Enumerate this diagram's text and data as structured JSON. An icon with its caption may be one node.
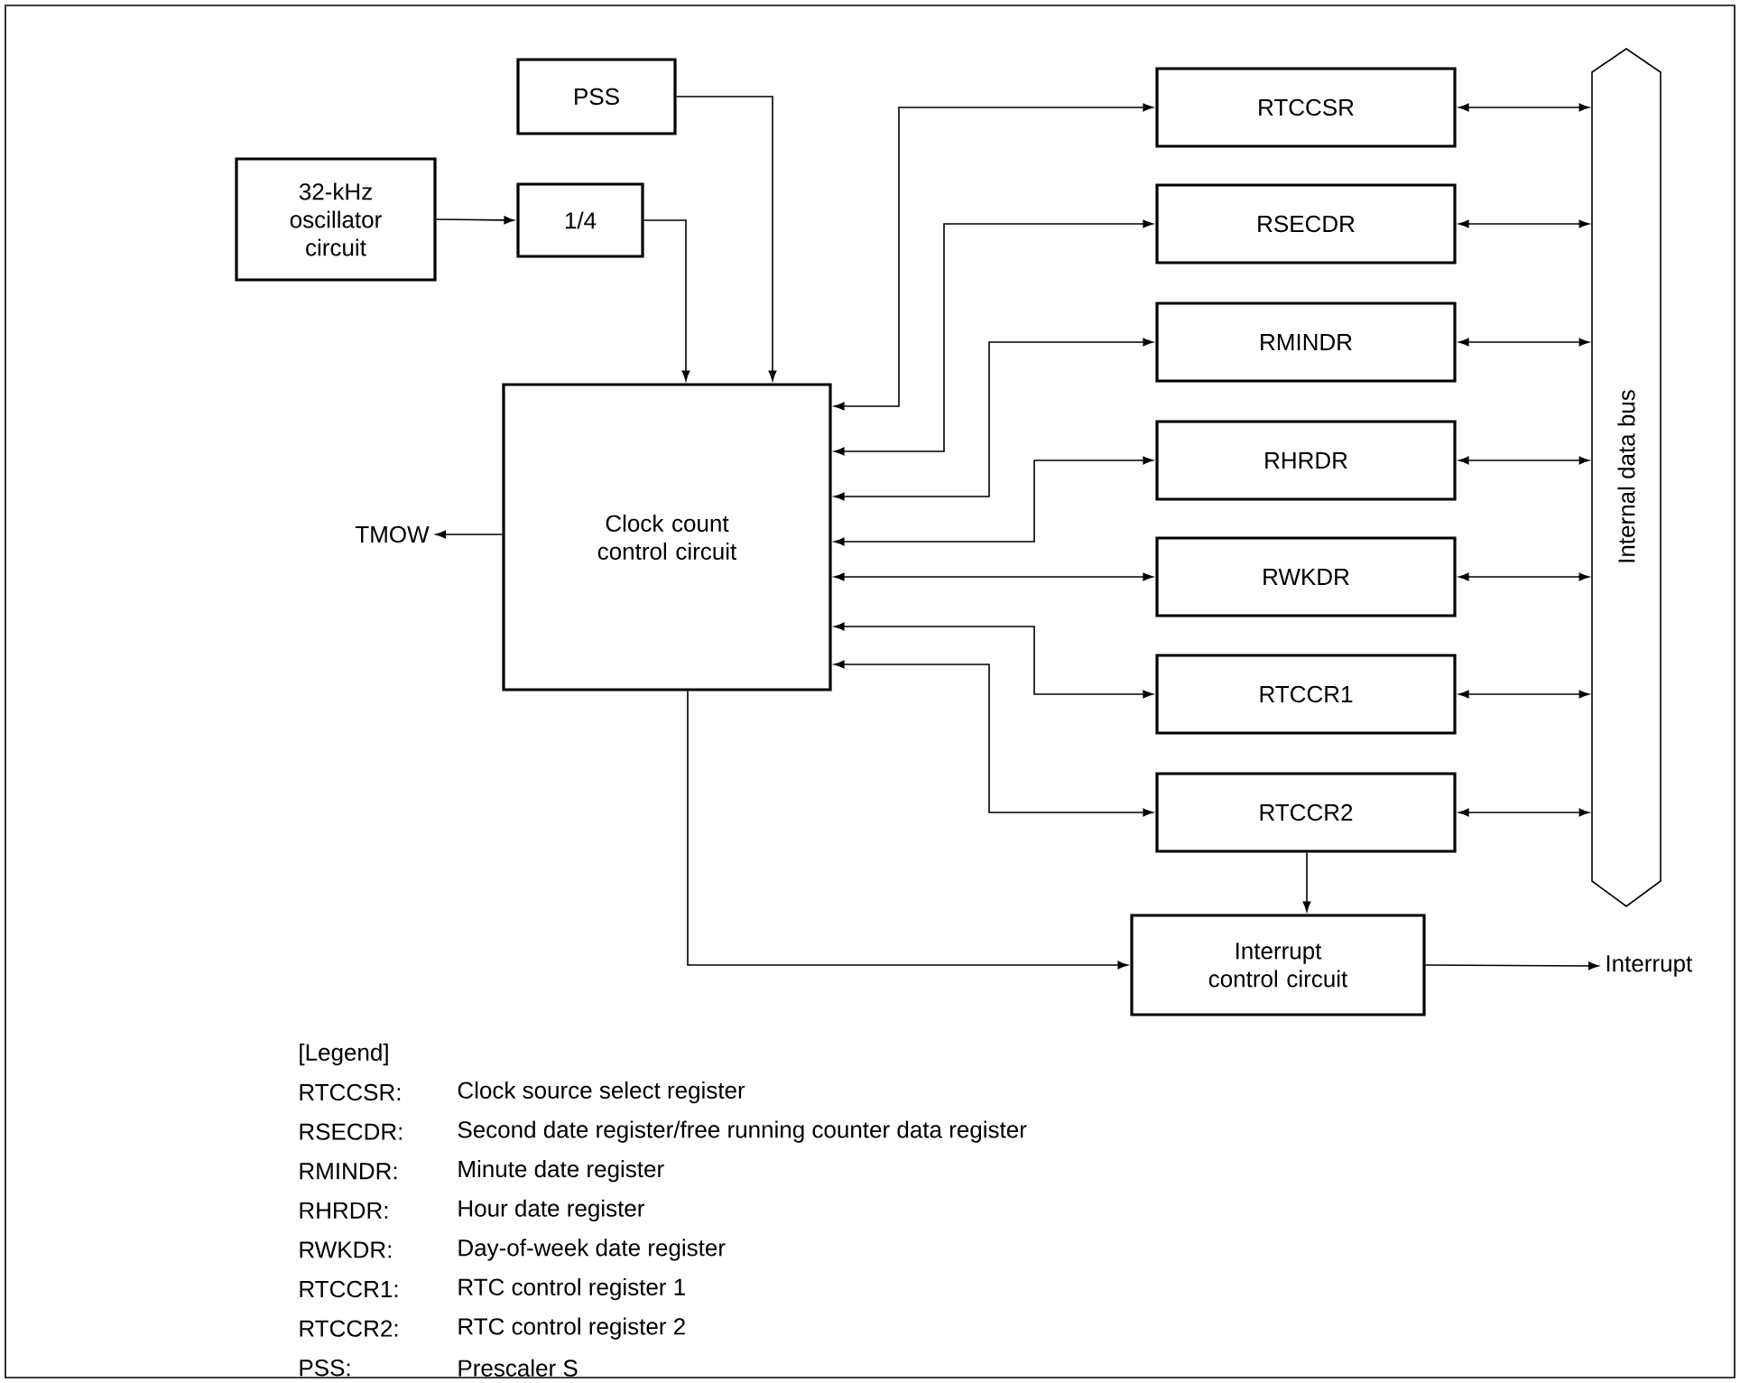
{
  "diagram": {
    "nodes": [
      {
        "text": [
          "PSS"
        ]
      },
      {
        "text": [
          "32-kHz oscillator circuit"
        ]
      },
      {
        "text": [
          "1/4"
        ]
      },
      {
        "text": [
          "Clock count control circuit"
        ]
      },
      {
        "text": [
          "RTCCSR"
        ]
      },
      {
        "text": [
          "RSECDR"
        ]
      },
      {
        "text": [
          "RMINDR"
        ]
      },
      {
        "text": [
          "RHRDR"
        ]
      },
      {
        "text": [
          "RWKDR"
        ]
      },
      {
        "text": [
          "RTCCR1"
        ]
      },
      {
        "text": [
          "RTCCR2"
        ]
      },
      {
        "text": [
          "Internal data bus"
        ]
      },
      {
        "text": [
          "Interrupt control circuit"
        ]
      },
      {
        "text": [
          "TMOW"
        ]
      },
      {
        "text": [
          "Interrupt"
        ]
      }
    ],
    "edges": [
      {
        "from": 0,
        "to": 3,
        "arrow": "to"
      },
      {
        "from": 1,
        "to": 2,
        "arrow": "to"
      },
      {
        "from": 2,
        "to": 3,
        "arrow": "to"
      },
      {
        "from": 3,
        "to": 4,
        "arrow": "both"
      },
      {
        "from": 3,
        "to": 5,
        "arrow": "both"
      },
      {
        "from": 3,
        "to": 6,
        "arrow": "both"
      },
      {
        "from": 3,
        "to": 7,
        "arrow": "both"
      },
      {
        "from": 3,
        "to": 8,
        "arrow": "both"
      },
      {
        "from": 3,
        "to": 9,
        "arrow": "both"
      },
      {
        "from": 3,
        "to": 10,
        "arrow": "both"
      },
      {
        "from": 4,
        "to": 11,
        "arrow": "both"
      },
      {
        "from": 5,
        "to": 11,
        "arrow": "both"
      },
      {
        "from": 6,
        "to": 11,
        "arrow": "both"
      },
      {
        "from": 7,
        "to": 11,
        "arrow": "both"
      },
      {
        "from": 8,
        "to": 11,
        "arrow": "both"
      },
      {
        "from": 9,
        "to": 11,
        "arrow": "both"
      },
      {
        "from": 10,
        "to": 11,
        "arrow": "both"
      },
      {
        "from": 10,
        "to": 12,
        "arrow": "to"
      },
      {
        "from": 3,
        "to": 12,
        "arrow": "to"
      },
      {
        "from": 12,
        "to": 14,
        "arrow": "to"
      },
      {
        "from": 3,
        "to": 13,
        "arrow": "to"
      }
    ],
    "labels": [
      "[Legend]",
      "RTCCSR:",
      "Clock source select register",
      "RSECDR:",
      "Second date register/free running counter data register",
      "RMINDR:",
      "Minute date register",
      "RHRDR:",
      "Hour date register",
      "RWKDR:",
      "Day-of-week date register",
      "RTCCR1:",
      "RTC control register 1",
      "RTCCR2:",
      "RTC control register 2",
      "PSS:",
      "Prescaler S"
    ]
  }
}
